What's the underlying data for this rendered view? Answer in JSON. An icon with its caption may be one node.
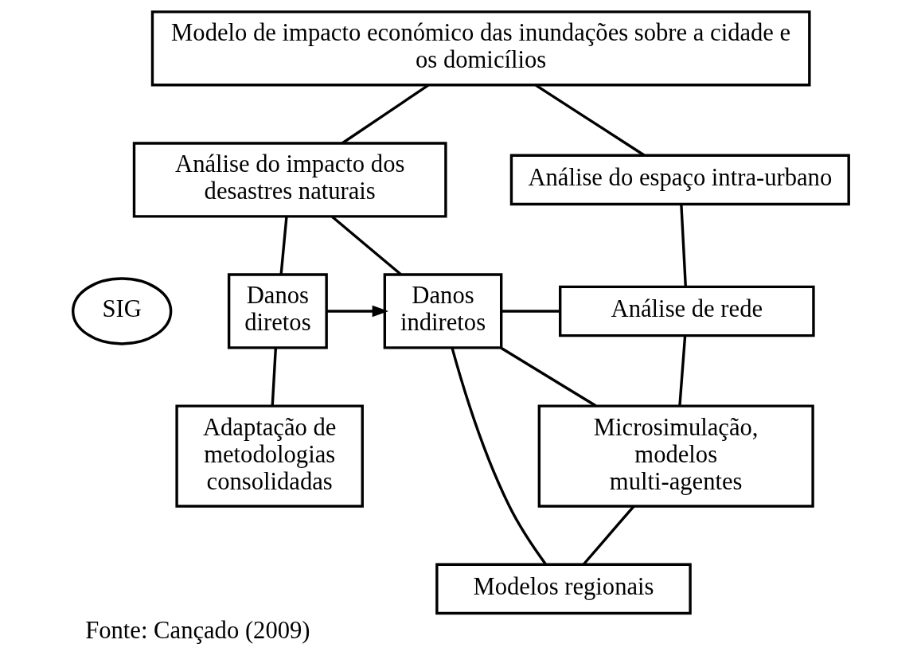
{
  "diagram": {
    "caption": "Fonte: Cançado (2009)",
    "nodes": [
      {
        "text": [
          "Modelo de impacto económico das inundações sobre a cidade e os domicílios"
        ]
      },
      {
        "text": [
          "Análise do impacto dos desastres naturais"
        ]
      },
      {
        "text": [
          "Análise do espaço intra-urbano"
        ]
      },
      {
        "text": [
          "SIG"
        ]
      },
      {
        "text": [
          "Danos diretos"
        ]
      },
      {
        "text": [
          "Danos indiretos"
        ]
      },
      {
        "text": [
          "Análise de rede"
        ]
      },
      {
        "text": [
          "Microsimulação, modelos multi-agentes"
        ]
      },
      {
        "text": [
          "Adaptação de metodologias consolidadas"
        ]
      },
      {
        "text": [
          "Modelos regionais"
        ]
      }
    ],
    "edges": [
      {
        "from": 0,
        "to": 1,
        "arrow": "none"
      },
      {
        "from": 0,
        "to": 2,
        "arrow": "none"
      },
      {
        "from": 1,
        "to": 4,
        "arrow": "none"
      },
      {
        "from": 1,
        "to": 5,
        "arrow": "none"
      },
      {
        "from": 4,
        "to": 5,
        "arrow": "to"
      },
      {
        "from": 4,
        "to": 8,
        "arrow": "none"
      },
      {
        "from": 2,
        "to": 6,
        "arrow": "none"
      },
      {
        "from": 6,
        "to": 7,
        "arrow": "none"
      },
      {
        "from": 7,
        "to": 9,
        "arrow": "none"
      },
      {
        "from": 5,
        "to": 6,
        "arrow": "none"
      },
      {
        "from": 5,
        "to": 7,
        "arrow": "none"
      },
      {
        "from": 5,
        "to": 9,
        "arrow": "none"
      }
    ]
  }
}
